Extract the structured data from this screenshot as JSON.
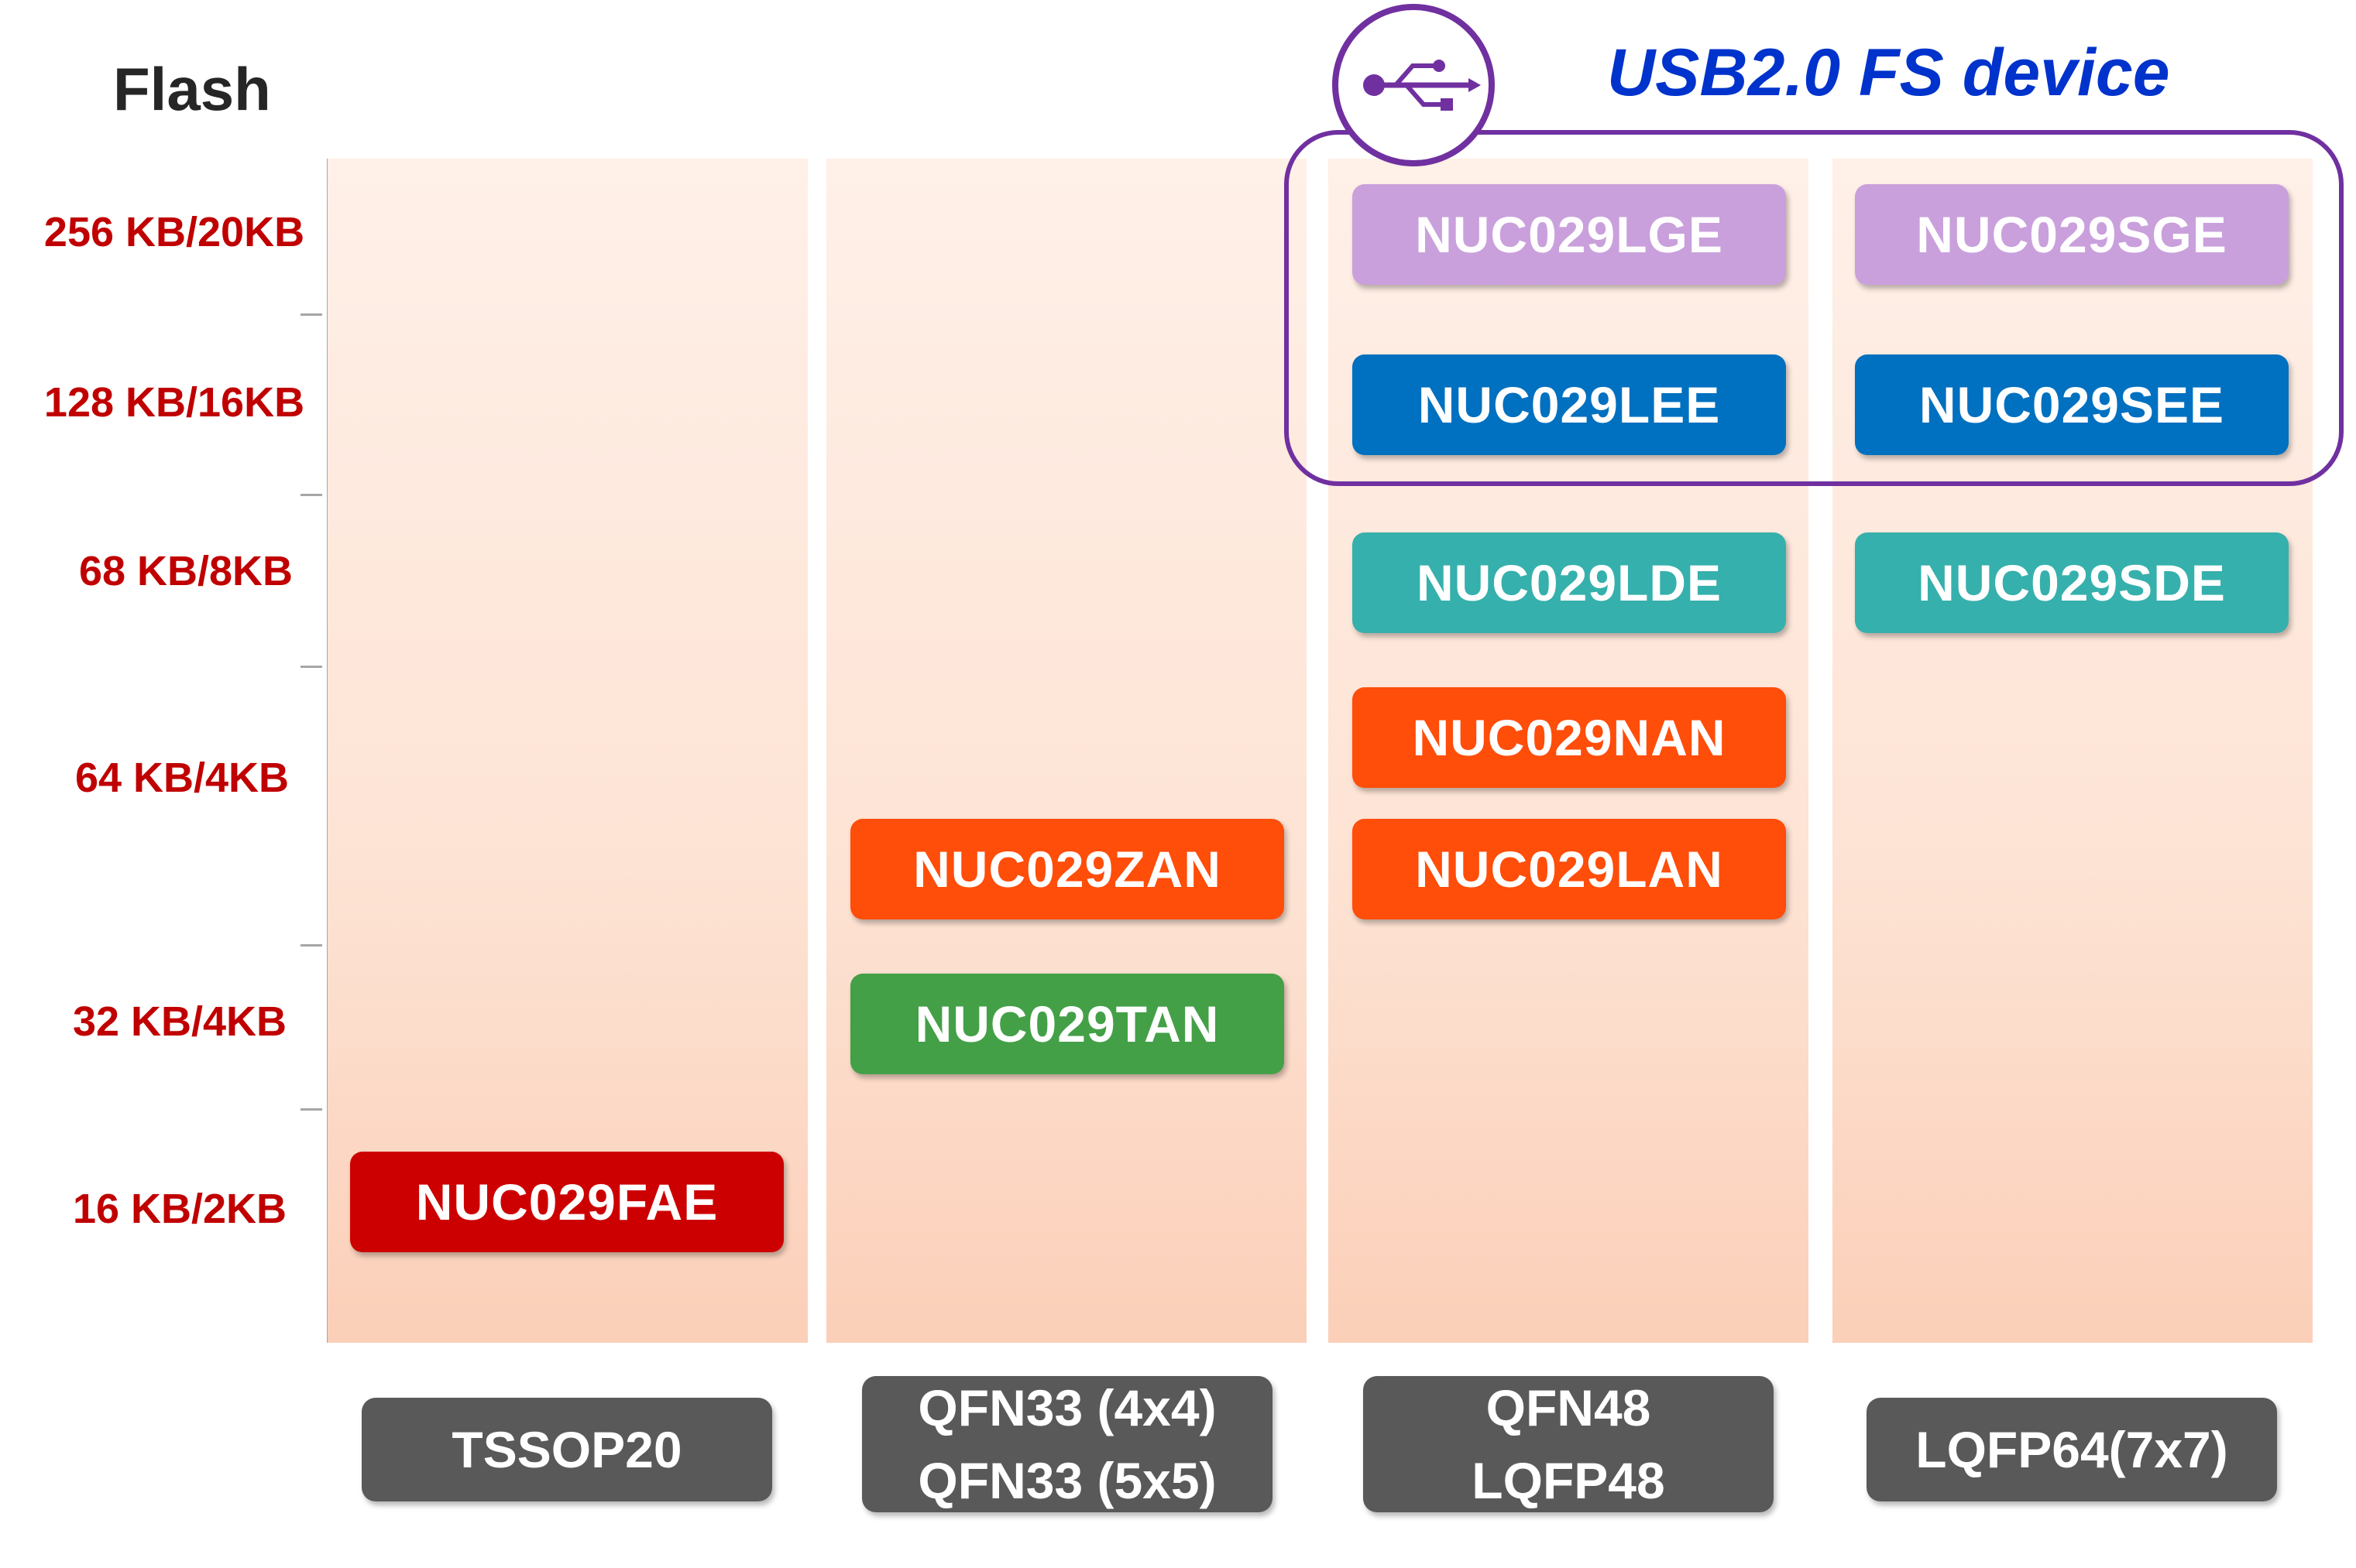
{
  "header": {
    "flash_label": "Flash"
  },
  "usb_label": "USB2.0 FS device",
  "y_axis": {
    "labels": [
      "256 KB/20KB",
      "128 KB/16KB",
      "68 KB/8KB",
      "64 KB/4KB",
      "32 KB/4KB",
      "16 KB/2KB"
    ]
  },
  "packages": [
    {
      "line1": "TSSOP20",
      "line2": ""
    },
    {
      "line1": "QFN33 (4x4)",
      "line2": "QFN33 (5x5)"
    },
    {
      "line1": "QFN48",
      "line2": "LQFP48"
    },
    {
      "line1": "LQFP64(7x7)",
      "line2": ""
    }
  ],
  "parts": {
    "nuc029fae": "NUC029FAE",
    "nuc029zan": "NUC029ZAN",
    "nuc029tan": "NUC029TAN",
    "nuc029lge": "NUC029LGE",
    "nuc029lee": "NUC029LEE",
    "nuc029lde": "NUC029LDE",
    "nuc029nan": "NUC029NAN",
    "nuc029lan": "NUC029LAN",
    "nuc029sge": "NUC029SGE",
    "nuc029see": "NUC029SEE",
    "nuc029sde": "NUC029SDE"
  },
  "colors": {
    "red": "#cc0000",
    "orange": "#ff4d0a",
    "green": "#43a047",
    "lavender": "#c9a0dc",
    "blue": "#0070c0",
    "teal": "#36b0ac",
    "usb_purple": "#7030a0",
    "usb_text": "#0033cc"
  }
}
